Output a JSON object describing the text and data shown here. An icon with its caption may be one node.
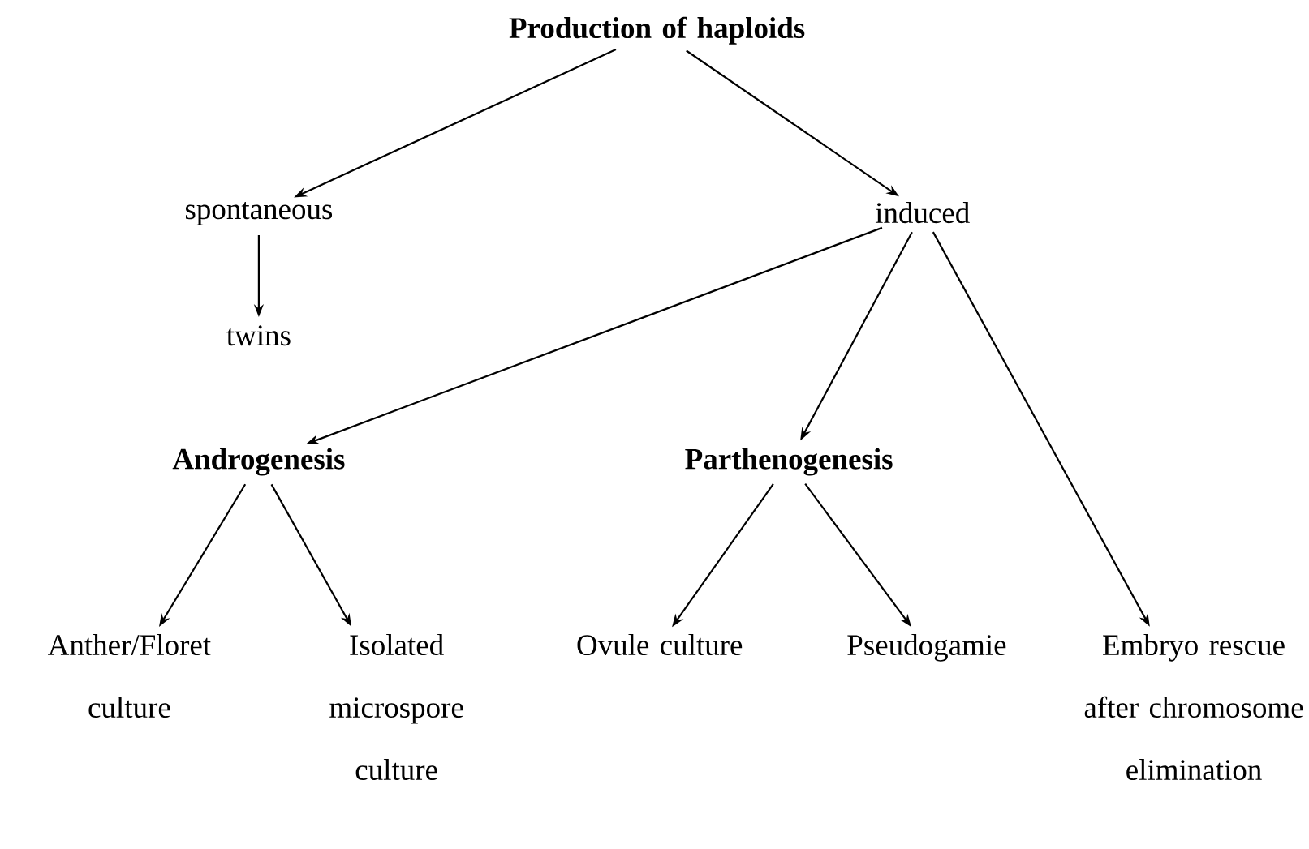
{
  "diagram": {
    "nodes": [
      {
        "text": [
          "Production of haploids"
        ]
      },
      {
        "text": [
          "spontaneous"
        ]
      },
      {
        "text": [
          "induced"
        ]
      },
      {
        "text": [
          "twins"
        ]
      },
      {
        "text": [
          "Androgenesis"
        ]
      },
      {
        "text": [
          "Parthenogenesis"
        ]
      },
      {
        "text": [
          "Anther/Floret culture"
        ]
      },
      {
        "text": [
          "Isolated microspore culture"
        ]
      },
      {
        "text": [
          "Ovule culture"
        ]
      },
      {
        "text": [
          "Pseudogamie"
        ]
      },
      {
        "text": [
          "Embryo rescue after chromosome elimination"
        ]
      }
    ],
    "edges": [
      {
        "from": 0,
        "to": 1,
        "arrow": "to"
      },
      {
        "from": 0,
        "to": 2,
        "arrow": "to"
      },
      {
        "from": 1,
        "to": 3,
        "arrow": "to"
      },
      {
        "from": 2,
        "to": 4,
        "arrow": "to"
      },
      {
        "from": 2,
        "to": 5,
        "arrow": "to"
      },
      {
        "from": 2,
        "to": 10,
        "arrow": "to"
      },
      {
        "from": 4,
        "to": 6,
        "arrow": "to"
      },
      {
        "from": 4,
        "to": 7,
        "arrow": "to"
      },
      {
        "from": 5,
        "to": 8,
        "arrow": "to"
      },
      {
        "from": 5,
        "to": 9,
        "arrow": "to"
      }
    ]
  }
}
